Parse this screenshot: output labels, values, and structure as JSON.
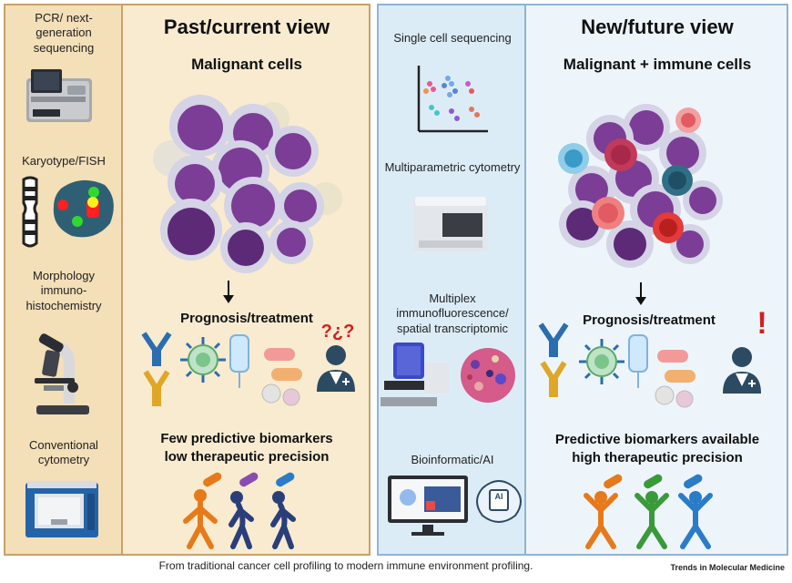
{
  "left_techniques": [
    "PCR/ next-generation sequencing",
    "Karyotype/FISH",
    "Morphology immuno- histochemistry",
    "Conventional cytometry"
  ],
  "right_techniques": [
    "Single cell sequencing",
    "Multiparametric cytometry",
    "Multiplex immunofluorescence/ spatial transcriptomic",
    "Bioinformatic/AI"
  ],
  "past": {
    "title": "Past/current view",
    "subtitle": "Malignant cells",
    "prognosis": "Prognosis/treatment",
    "outcome_line1": "Few predictive biomarkers",
    "outcome_line2": "low therapeutic precision",
    "question_marks": "?¿?"
  },
  "future": {
    "title": "New/future view",
    "subtitle": "Malignant + immune cells",
    "prognosis": "Prognosis/treatment",
    "outcome_line1": "Predictive biomarkers available",
    "outcome_line2": "high therapeutic precision",
    "exclamation": "!"
  },
  "ai_chip_label": "AI",
  "caption": "From traditional cancer cell profiling to modern immune environment profiling.",
  "journal": "Trends in Molecular Medicine",
  "colors": {
    "malignant_cell": "#7b3d96",
    "malignant_nucleus": "#5d2a78",
    "immune_pink": "#e35b62",
    "immune_teal": "#2f6f86",
    "immune_blue": "#6bb3d6",
    "antibody_blue": "#2a6db0",
    "antibody_gold": "#e0a626",
    "person_sad": "#2a3f7a",
    "person_orange": "#e67a1a",
    "person_green": "#3a9a3a",
    "person_blue": "#2a7cc8",
    "alert_red": "#d41f1f",
    "doctor": "#2d4a63"
  }
}
